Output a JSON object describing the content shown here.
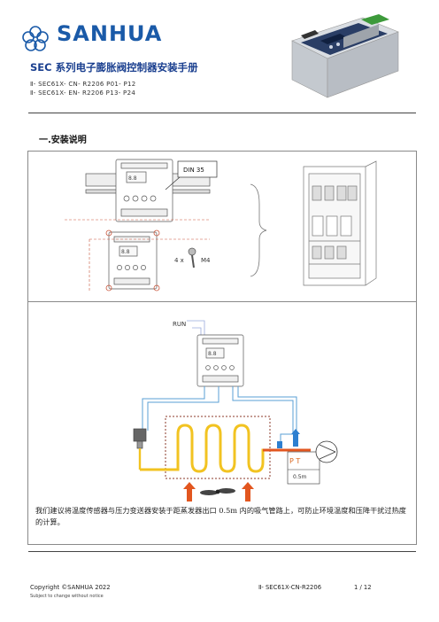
{
  "header": {
    "brand": "SANHUA",
    "title": "SEC 系列电子膨胀阀控制器安装手册",
    "versions": [
      "Ⅱ- SEC61X- CN- R2206  P01- P12",
      "Ⅱ- SEC61X- EN- R2206  P13- P24"
    ]
  },
  "section": {
    "title": "一.安装说明"
  },
  "figure1": {
    "din_label": "DIN 35",
    "qty_label": "4 x",
    "screw_label": "M4"
  },
  "figure2": {
    "run_label": "RUN",
    "sensor_label": "P  T",
    "distance_label": "0.5m"
  },
  "note": "我们建议将温度传感器与压力变送器安装于距蒸发器出口 0.5m 内的吸气管路上，可防止环境温度和压降干扰过热度的计算。",
  "footer": {
    "copyright": "Copyright ©SANHUA 2022",
    "notice": "Subject to change without notice",
    "doc_code": "Ⅱ- SEC61X-CN-R2206",
    "page": "1 / 12"
  },
  "colors": {
    "brand_blue": "#1a5aa8",
    "pipe_orange": "#e2561f",
    "coil_yellow": "#f2c321",
    "wire_blue": "#5a9fd4"
  }
}
